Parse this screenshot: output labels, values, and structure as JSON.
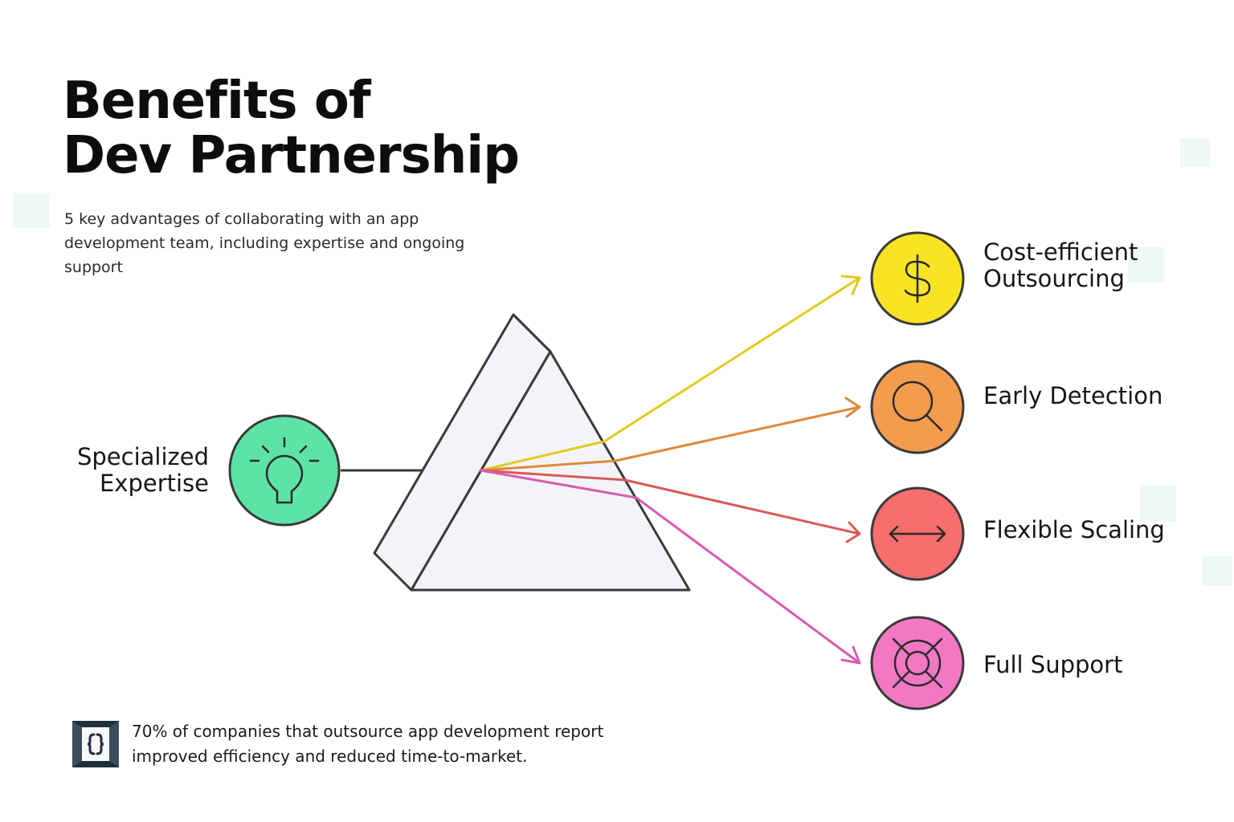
{
  "title": {
    "line1": "Benefits of",
    "line2": "Dev Partnership"
  },
  "subtitle": "5 key advantages of collaborating with an app development team, including expertise and ongoing support",
  "input": {
    "label_line1": "Specialized",
    "label_line2": "Expertise",
    "icon": "lightbulb-icon",
    "color": "#5de3a6"
  },
  "outputs": [
    {
      "label_line1": "Cost-efficient",
      "label_line2": "Outsourcing",
      "icon": "dollar-icon",
      "color": "#f8e424",
      "ray_color": "#e3c91f"
    },
    {
      "label_line1": "Early Detection",
      "label_line2": "",
      "icon": "magnifier-icon",
      "color": "#f39c4e",
      "ray_color": "#dd8a3a"
    },
    {
      "label_line1": "Flexible Scaling",
      "label_line2": "",
      "icon": "double-arrow-icon",
      "color": "#f86d6d",
      "ray_color": "#dd5858"
    },
    {
      "label_line1": "Full Support",
      "label_line2": "",
      "icon": "lifebuoy-icon",
      "color": "#f378c4",
      "ray_color": "#d85bb0"
    }
  ],
  "footer": {
    "icon": "code-braces-logo",
    "text": "70% of companies that outsource app development report improved efficiency and reduced time-to-market."
  }
}
